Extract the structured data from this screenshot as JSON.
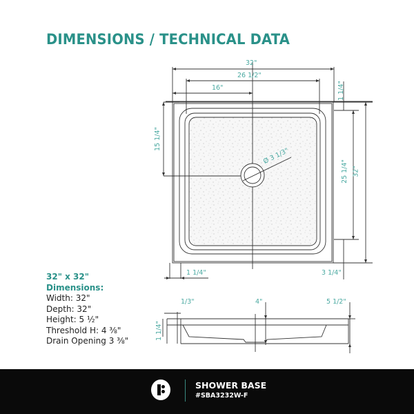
{
  "title": "DIMENSIONS / TECHNICAL DATA",
  "colors": {
    "accent": "#2a9189",
    "dimension_text": "#4aa9a1",
    "line": "#333333",
    "footer_bg": "#0a0a0a",
    "footer_text": "#ffffff"
  },
  "top_view": {
    "dimensions": {
      "overall_width": "32\"",
      "inner_width": "26 1/2\"",
      "drain_center_x": "16\"",
      "top_flange": "1 1/4\"",
      "drain_center_y": "15 1/4\"",
      "inner_depth": "25 1/4\"",
      "overall_depth": "32\"",
      "drain_diameter": "Ø 3 1/3\"",
      "left_flange": "1 1/4\"",
      "right_offset": "3 1/4\""
    }
  },
  "side_view": {
    "dimensions": {
      "wall_thickness": "1/3\"",
      "drain_height": "4\"",
      "overall_height": "5 1/2\"",
      "flange_height": "1 1/4\""
    }
  },
  "specs": {
    "size": "32\" x 32\"",
    "heading": "Dimensions:",
    "rows": [
      "Width: 32\"",
      "Depth: 32\"",
      "Height: 5 ½\"",
      "Threshold H: 4 ⅜\"",
      "Drain Opening 3 ⅜\""
    ]
  },
  "footer": {
    "logo_icon": "brand-logo-icon",
    "product_name": "SHOWER BASE",
    "sku": "#SBA3232W-F"
  }
}
